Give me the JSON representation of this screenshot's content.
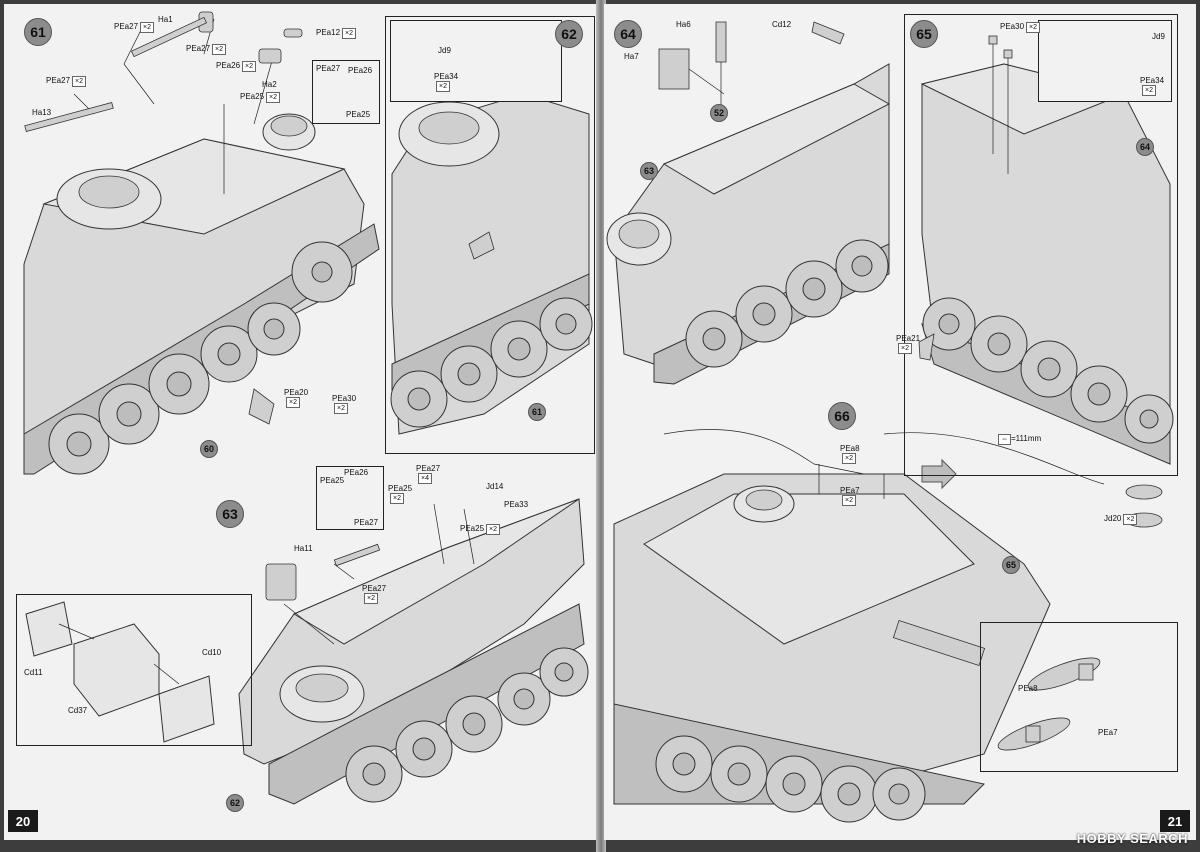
{
  "pages": {
    "left_number": "20",
    "right_number": "21"
  },
  "steps": {
    "s61": "61",
    "s62": "62",
    "s63": "63",
    "s64": "64",
    "s65": "65",
    "s66": "66"
  },
  "refs": {
    "r60": "60",
    "r61": "61",
    "r62": "62",
    "r52": "52",
    "r63": "63",
    "r64": "64",
    "r65": "65"
  },
  "parts": {
    "ha1": "Ha1",
    "pea27_a": "PEa27",
    "pea27_b": "PEa27",
    "pea27_c": "PEa27",
    "pea26": "PEa26",
    "pea12": "PEa12",
    "ha2": "Ha2",
    "ha13": "Ha13",
    "pea25_a": "PEa25",
    "pea27_box": "PEa27",
    "pea26_box": "PEa26",
    "pea25_box": "PEa25",
    "pea20": "PEa20",
    "pea30": "PEa30",
    "jd9": "Jd9",
    "pea34": "PEa34",
    "pea26_63": "PEa26",
    "pea25_63box": "PEa25",
    "pea27_63box": "PEa27",
    "pea27_63": "PEa27",
    "pea25_63a": "PEa25",
    "jd14": "Jd14",
    "pea33": "PEa33",
    "pea25_63b": "PEa25",
    "ha11": "Ha11",
    "pea27_63c": "PEa27",
    "cd11": "Cd11",
    "cd10": "Cd10",
    "cd37": "Cd37",
    "ha6": "Ha6",
    "cd12": "Cd12",
    "ha7": "Ha7",
    "pea30_65": "PEa30",
    "jd9_65": "Jd9",
    "pea34_65": "PEa34",
    "pea21": "PEa21",
    "pea8": "PEa8",
    "pea7": "PEa7",
    "jd20": "Jd20",
    "cable_length": "=111mm",
    "pea8_det": "PEa8",
    "pea7_det": "PEa7"
  },
  "qty": {
    "x2": "×2",
    "x4": "×4"
  },
  "watermark": "HOBBY SEARCH"
}
